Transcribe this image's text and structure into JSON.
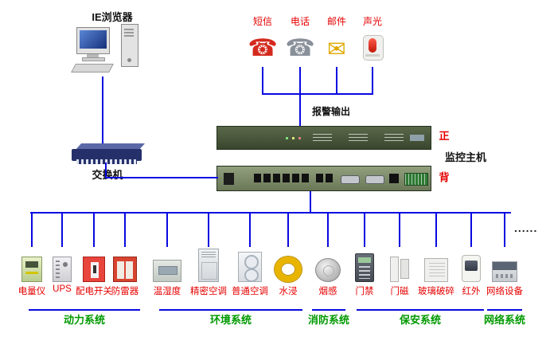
{
  "colors": {
    "line": "#0808e0",
    "device_label": "#e60000",
    "group_label": "#009900",
    "top_label": "#111111"
  },
  "browser": {
    "label": "IE浏览器"
  },
  "switch": {
    "label": "交换机"
  },
  "alarm": {
    "output_label": "报警输出",
    "devices": [
      {
        "label": "短信",
        "glyph": "☎"
      },
      {
        "label": "电话",
        "glyph": "☎"
      },
      {
        "label": "邮件",
        "glyph": "✉"
      },
      {
        "label": "声光",
        "glyph": ""
      }
    ]
  },
  "host": {
    "label": "监控主机",
    "front_label": "正",
    "back_label": "背"
  },
  "devices": [
    {
      "label": "电量仪"
    },
    {
      "label": "UPS"
    },
    {
      "label": "配电开关"
    },
    {
      "label": "防雷器"
    },
    {
      "label": "温湿度"
    },
    {
      "label": "精密空调"
    },
    {
      "label": "普通空调"
    },
    {
      "label": "水浸"
    },
    {
      "label": "烟感"
    },
    {
      "label": "门禁"
    },
    {
      "label": "门磁"
    },
    {
      "label": "玻璃破碎"
    },
    {
      "label": "红外"
    },
    {
      "label": "网络设备"
    }
  ],
  "groups": [
    {
      "label": "动力系统"
    },
    {
      "label": "环境系统"
    },
    {
      "label": "消防系统"
    },
    {
      "label": "保安系统"
    },
    {
      "label": "网络系统"
    }
  ],
  "ellipsis": "......"
}
